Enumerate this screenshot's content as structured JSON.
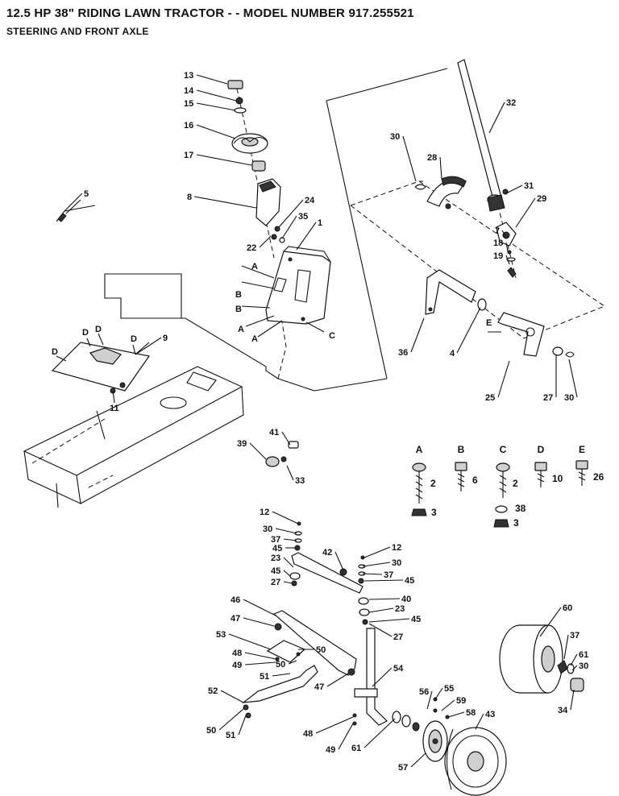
{
  "header": {
    "title": "12.5 HP 38\" RIDING LAWN TRACTOR  - - MODEL NUMBER 917.255521",
    "subtitle": "STEERING AND FRONT AXLE"
  },
  "callouts": [
    "13",
    "14",
    "15",
    "16",
    "17",
    "8",
    "24",
    "35",
    "1",
    "22",
    "A",
    "B",
    "B",
    "A",
    "A",
    "C",
    "5",
    "9",
    "D",
    "D",
    "D",
    "D",
    "11",
    "32",
    "30",
    "28",
    "31",
    "29",
    "7",
    "18",
    "19",
    "E",
    "36",
    "4",
    "25",
    "27",
    "30",
    "41",
    "39",
    "33",
    "12",
    "30",
    "37",
    "45",
    "23",
    "45",
    "27",
    "42",
    "12",
    "30",
    "37",
    "45",
    "40",
    "23",
    "45",
    "27",
    "46",
    "47",
    "53",
    "48",
    "49",
    "50",
    "50",
    "51",
    "47",
    "54",
    "52",
    "50",
    "51",
    "48",
    "49",
    "61",
    "56",
    "55",
    "59",
    "58",
    "57",
    "43",
    "60",
    "37",
    "61",
    "30",
    "34"
  ],
  "fastener_key": {
    "columns": [
      {
        "letter": "A",
        "qty": "2",
        "sub_qty": "3"
      },
      {
        "letter": "B",
        "qty": "6"
      },
      {
        "letter": "C",
        "qty": "2",
        "sub_qty": "3",
        "washer_qty": "38"
      },
      {
        "letter": "D",
        "qty": "10"
      },
      {
        "letter": "E",
        "qty": "26"
      }
    ]
  }
}
